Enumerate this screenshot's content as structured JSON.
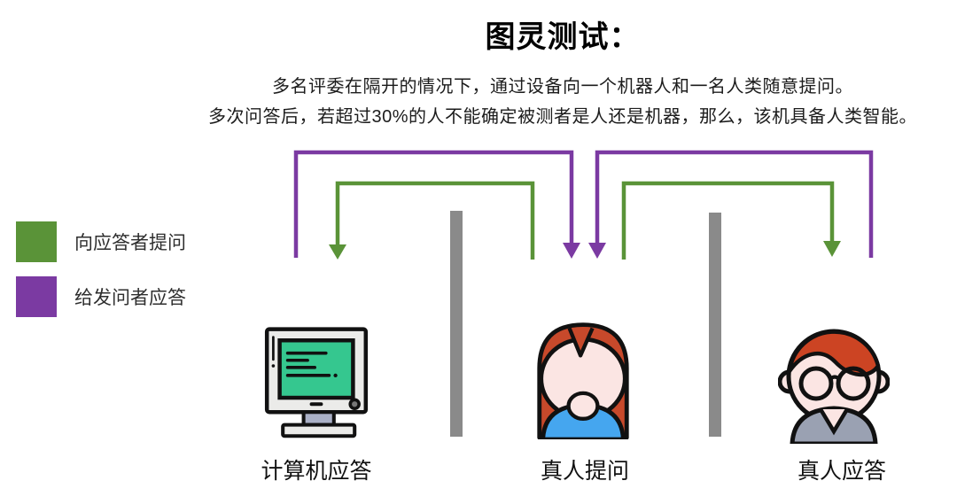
{
  "title": "图灵测试：",
  "description": {
    "line1": "多名评委在隔开的情况下，通过设备向一个机器人和一名人类随意提问。",
    "line2": "多次问答后，若超过30%的人不能确定被测者是人还是机器，那么，该机具备人类智能。"
  },
  "legend": {
    "items": [
      {
        "label": "向应答者提问",
        "color": "#5a9338",
        "meaning": "question-to-responder"
      },
      {
        "label": "给发问者应答",
        "color": "#7b3aa2",
        "meaning": "answer-to-questioner"
      }
    ]
  },
  "figures": [
    {
      "id": "computer",
      "label": "计算机应答"
    },
    {
      "id": "questioner",
      "label": "真人提问"
    },
    {
      "id": "responder",
      "label": "真人应答"
    }
  ],
  "arrows": [
    {
      "type": "question",
      "from": "questioner",
      "to": "computer",
      "color": "#5a9338"
    },
    {
      "type": "answer",
      "from": "computer",
      "to": "questioner",
      "color": "#7b3aa2"
    },
    {
      "type": "question",
      "from": "questioner",
      "to": "responder",
      "color": "#5a9338"
    },
    {
      "type": "answer",
      "from": "responder",
      "to": "questioner",
      "color": "#7b3aa2"
    }
  ],
  "colors": {
    "arrow_green": "#5a9338",
    "arrow_purple": "#7b3aa2",
    "divider_gray": "#8a8a8a",
    "screen_green": "#35c78f",
    "skin_pink": "#fbe5e3",
    "woman_hair": "#c7492b",
    "man_hair": "#cc4423",
    "woman_shirt": "#45a6ef",
    "man_shirt": "#9aa1b2"
  }
}
